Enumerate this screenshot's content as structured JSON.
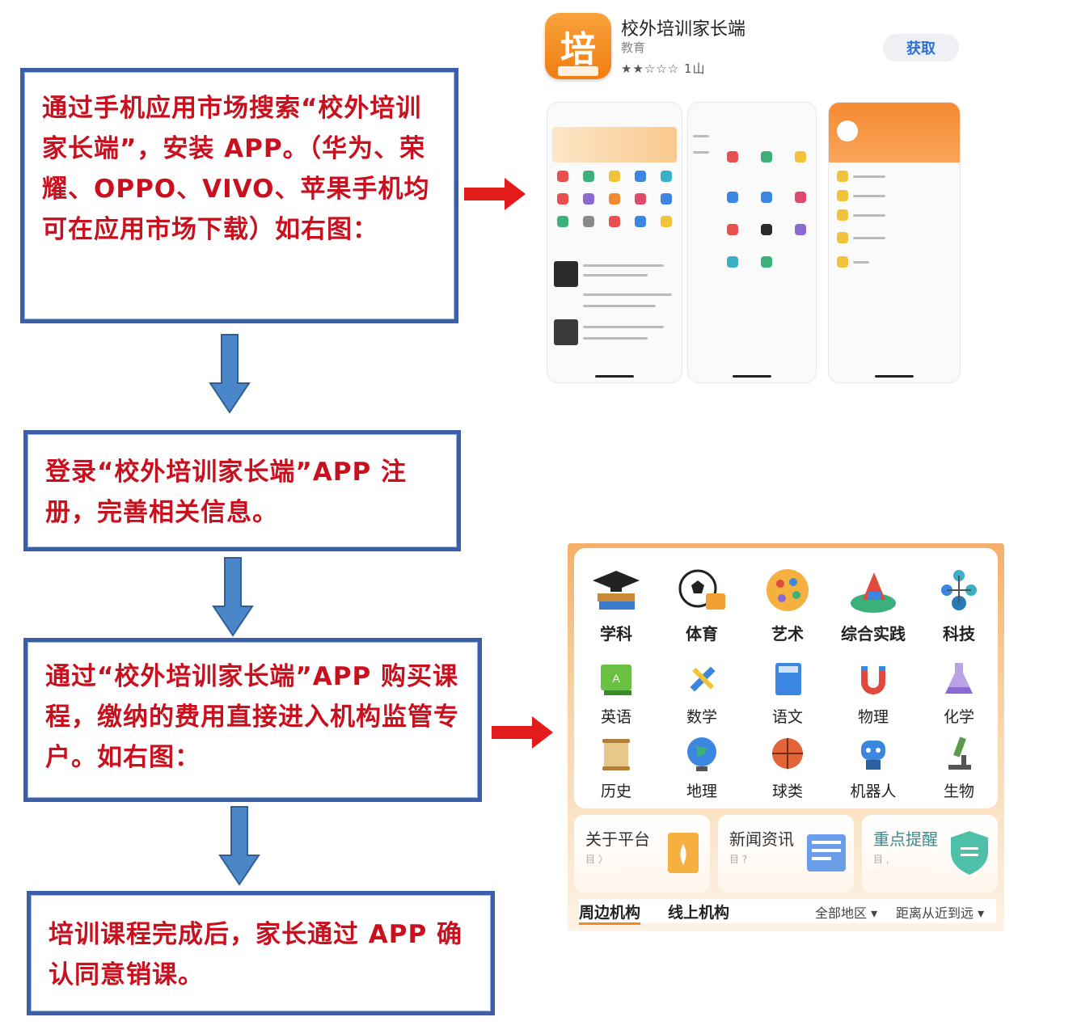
{
  "steps": [
    "通过手机应用市场搜索“校外培训家长端”，安装 APP。（华为、荣耀、OPPO、VIVO、苹果手机均可在应用市场下载）如右图：",
    "登录“校外培训家长端”APP 注册，完善相关信息。",
    "通过“校外培训家长端”APP 购买课程，缴纳的费用直接进入机构监管专户。如右图：",
    "培训课程完成后，家长通过 APP 确认同意销课。"
  ],
  "colors": {
    "step_border": "#3a5fa8",
    "step_text": "#c8101e",
    "down_arrow": "#4a86c8",
    "right_arrow": "#e31b1b",
    "app_orange": "#f28a1e"
  },
  "store": {
    "app_icon_char": "培",
    "app_name": "校外培训家长端",
    "app_sub": "教育",
    "rating": "★★☆☆☆ 1山",
    "get_label": "获取"
  },
  "categories": {
    "main": [
      {
        "label": "学科",
        "icon": "graduation-books-icon"
      },
      {
        "label": "体育",
        "icon": "sports-ball-icon"
      },
      {
        "label": "艺术",
        "icon": "art-palette-icon"
      },
      {
        "label": "综合实践",
        "icon": "practice-icon"
      },
      {
        "label": "科技",
        "icon": "technology-icon"
      }
    ],
    "sub1": [
      {
        "label": "英语",
        "icon": "english-book-icon"
      },
      {
        "label": "数学",
        "icon": "math-tools-icon"
      },
      {
        "label": "语文",
        "icon": "chinese-book-icon"
      },
      {
        "label": "物理",
        "icon": "magnet-icon"
      },
      {
        "label": "化学",
        "icon": "flask-icon"
      }
    ],
    "sub2": [
      {
        "label": "历史",
        "icon": "scroll-icon"
      },
      {
        "label": "地理",
        "icon": "globe-icon"
      },
      {
        "label": "球类",
        "icon": "basketball-icon"
      },
      {
        "label": "机器人",
        "icon": "robot-icon"
      },
      {
        "label": "生物",
        "icon": "microscope-icon"
      }
    ]
  },
  "tiles": [
    {
      "title": "关于平台",
      "sub": "目 〉"
    },
    {
      "title": "新闻资讯",
      "sub": "目 ?"
    },
    {
      "title": "重点提醒",
      "sub": "目 ,"
    }
  ],
  "tabs": {
    "nearby": "周边机构",
    "online": "线上机构",
    "region": "全部地区",
    "sort": "距离从近到远"
  }
}
